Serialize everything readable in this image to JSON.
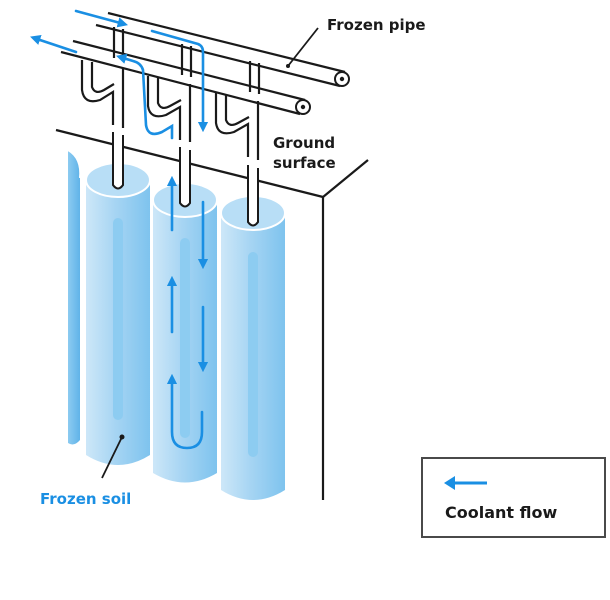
{
  "labels": {
    "frozen_pipe": "Frozen pipe",
    "ground_surface_line1": "Ground",
    "ground_surface_line2": "surface",
    "frozen_soil": "Frozen soil"
  },
  "legend": {
    "items": [
      {
        "icon": "arrow-left-icon",
        "label": "Coolant flow",
        "color": "#1a8fe3"
      }
    ]
  },
  "colors": {
    "coolant": "#1a8fe3",
    "soil_light": "#cfe8f8",
    "soil_mid": "#a9d6f2",
    "soil_dark": "#7cc2ee",
    "outline": "#1a1a1a"
  },
  "components": [
    "frozen-pipe-supply",
    "frozen-pipe-return",
    "freeze-tube",
    "frozen-soil-column",
    "ground-surface"
  ]
}
